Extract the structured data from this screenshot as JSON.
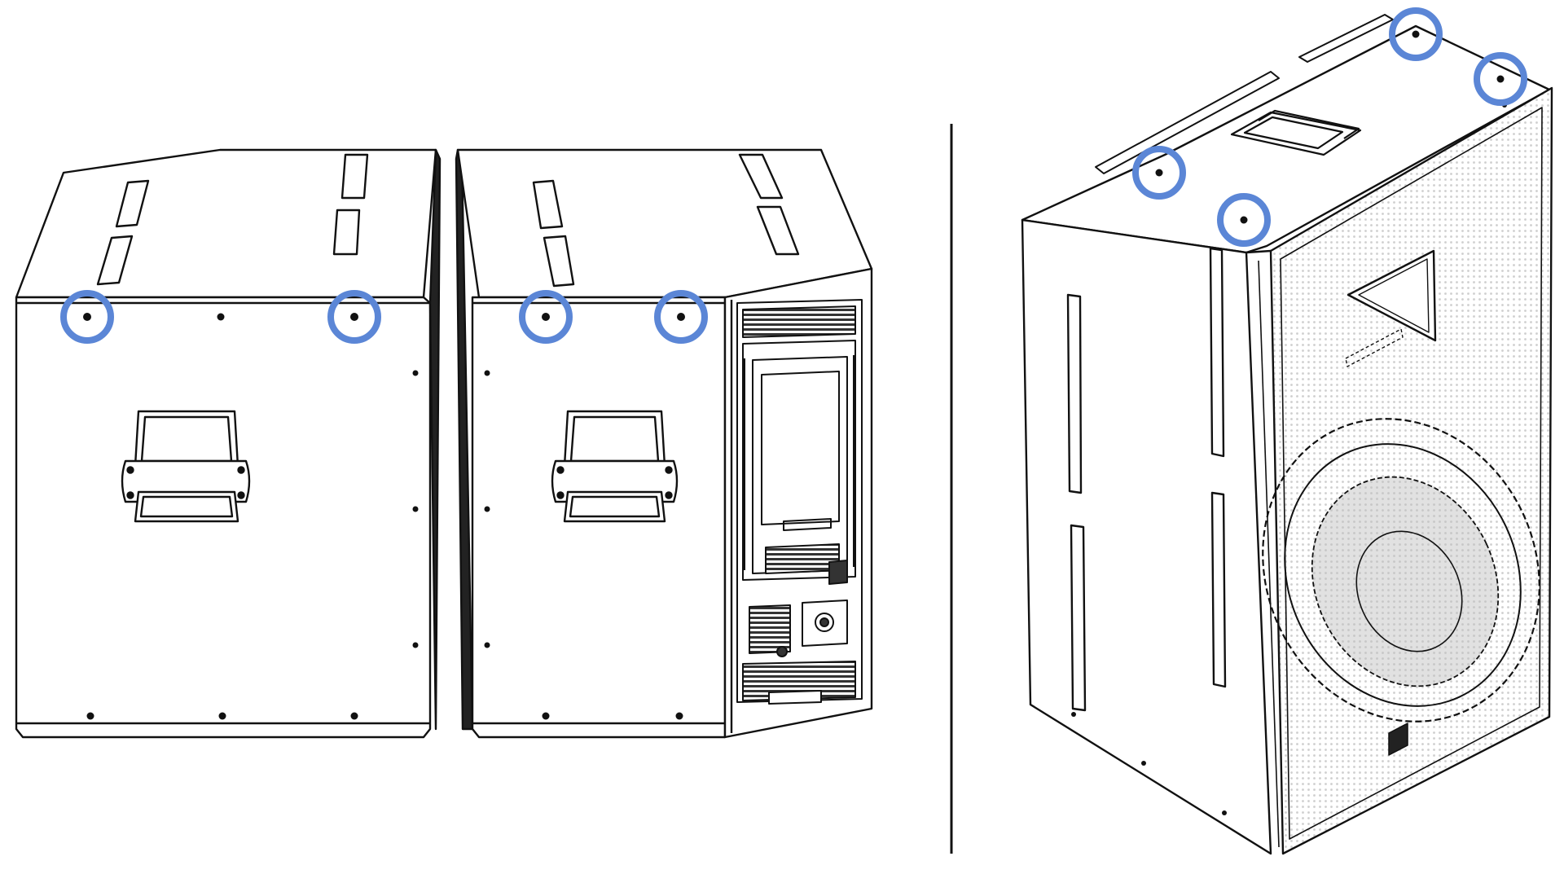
{
  "colors": {
    "background": "#ffffff",
    "line": "#111111",
    "panel_dark": "#222222",
    "mesh": "#d6d6d6",
    "highlight": "#5b86d6"
  },
  "icons": {
    "callout": "highlight-ring-icon",
    "screw": "screw-hole-icon"
  },
  "views": [
    {
      "id": "side",
      "highlight_count": 2
    },
    {
      "id": "rear",
      "highlight_count": 2
    },
    {
      "id": "iso",
      "highlight_count": 4
    }
  ]
}
